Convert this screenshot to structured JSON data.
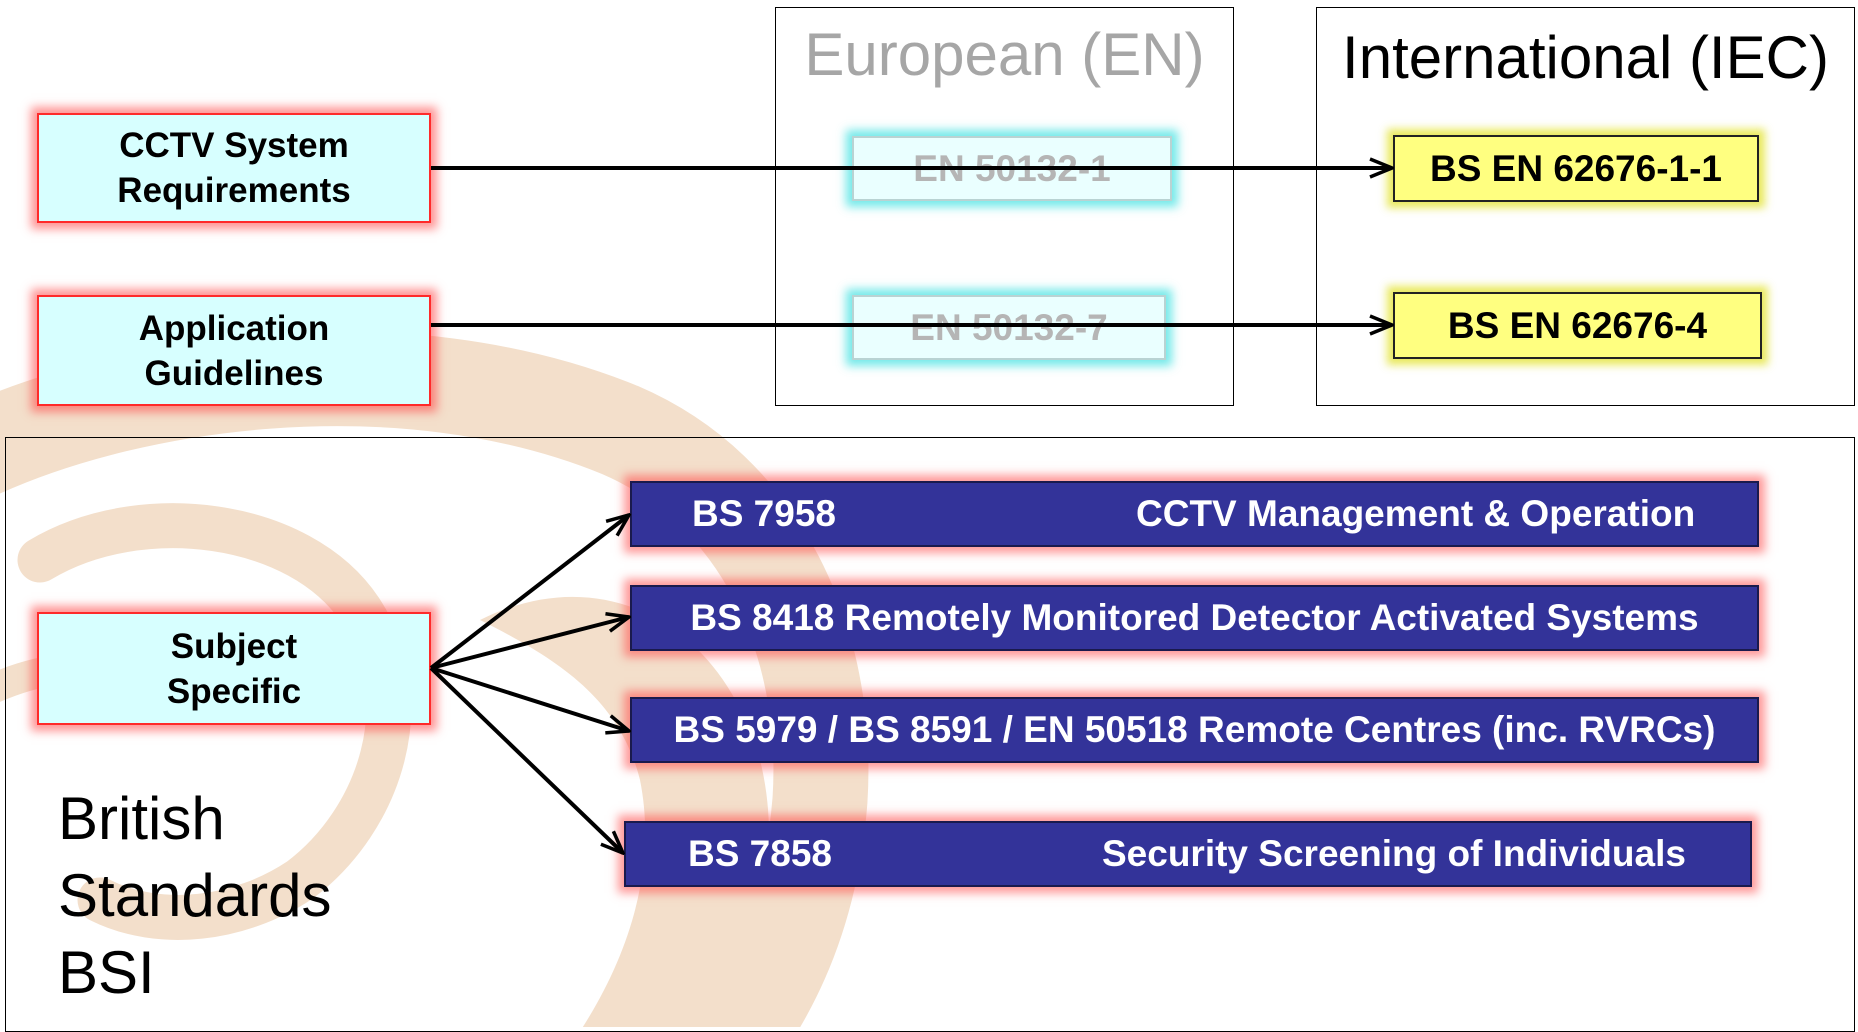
{
  "european_frame": {
    "title": "European (EN)"
  },
  "international_frame": {
    "title": "International (IEC)"
  },
  "categories": {
    "cctv_requirements": "CCTV System\nRequirements",
    "application_guidelines": "Application\nGuidelines",
    "subject_specific": "Subject\nSpecific"
  },
  "european_standards": [
    "EN 50132-1",
    "EN 50132-7"
  ],
  "international_standards": [
    "BS EN 62676-1-1",
    "BS EN 62676-4"
  ],
  "british_standards": [
    {
      "code": "BS 7958",
      "title": "CCTV Management & Operation"
    },
    {
      "full": "BS 8418 Remotely Monitored Detector Activated Systems"
    },
    {
      "full": "BS 5979  / BS 8591 / EN 50518 Remote Centres (inc. RVRCs)"
    },
    {
      "code": "BS 7858",
      "title": "Security Screening of Individuals"
    }
  ],
  "bsi_label": "British\nStandards\nBSI",
  "colors": {
    "red_glow": "#ff2a2a",
    "cyan_glow": "#46e1e1",
    "yellow_fill": "#ffff80",
    "blue_bar": "#333399",
    "swirl": "#f2dcc7"
  }
}
